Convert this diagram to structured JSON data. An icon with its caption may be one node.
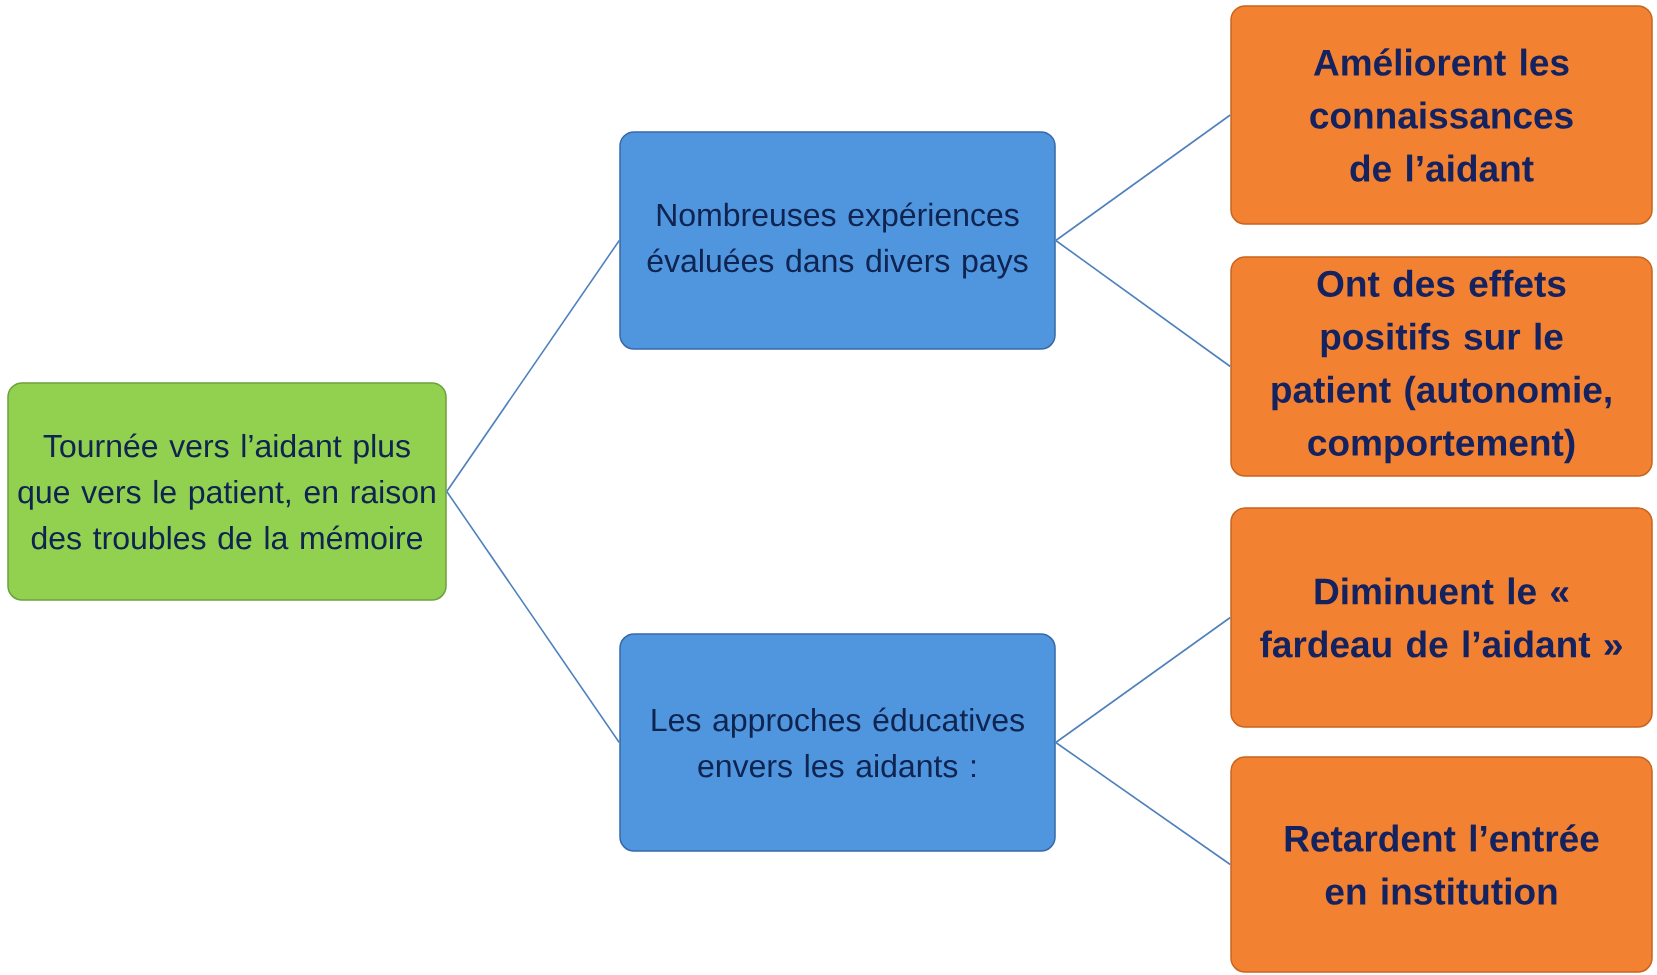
{
  "diagram": {
    "nodes": [
      {
        "text": [
          "Tournée vers l’aidant plus que vers le patient, en raison des troubles de la mémoire"
        ]
      },
      {
        "text": [
          "Nombreuses expériences évaluées dans divers pays"
        ]
      },
      {
        "text": [
          "Les approches éducatives envers les aidants :"
        ]
      },
      {
        "text": [
          "Améliorent les connaissances de l’aidant"
        ]
      },
      {
        "text": [
          "Ont des effets positifs sur le patient (autonomie, comportement)"
        ]
      },
      {
        "text": [
          "Diminuent le « fardeau de l’aidant »"
        ]
      },
      {
        "text": [
          "Retardent l’entrée en institution"
        ]
      }
    ],
    "edges": [
      {
        "from": 0,
        "to": 1,
        "arrow": "none"
      },
      {
        "from": 0,
        "to": 2,
        "arrow": "none"
      },
      {
        "from": 1,
        "to": 3,
        "arrow": "none"
      },
      {
        "from": 1,
        "to": 4,
        "arrow": "none"
      },
      {
        "from": 2,
        "to": 5,
        "arrow": "none"
      },
      {
        "from": 2,
        "to": 6,
        "arrow": "none"
      }
    ]
  }
}
